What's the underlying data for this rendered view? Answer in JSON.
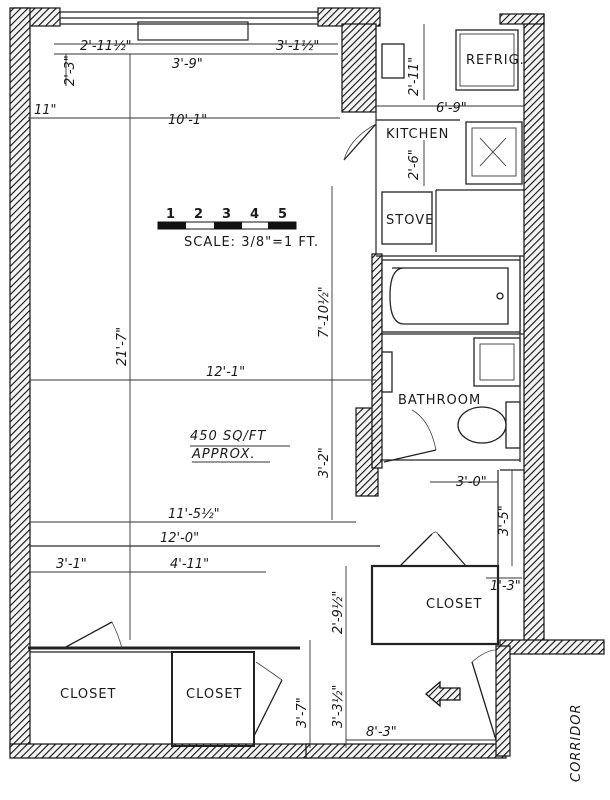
{
  "labels": {
    "refrig": "REFRIG.",
    "kitchen": "KITCHEN",
    "stove": "STOVE",
    "bathroom": "BATHROOM",
    "closet_right": "CLOSET",
    "closet_left1": "CLOSET",
    "closet_left2": "CLOSET",
    "corridor": "CORRIDOR",
    "area_line1": "450 SQ/FT",
    "area_line2": "APPROX."
  },
  "scale": {
    "ticks": [
      "1",
      "2",
      "3",
      "4",
      "5"
    ],
    "text": "SCALE: 3/8\"=1 FT."
  },
  "dims": {
    "d_2_11_5_top": "2'-11½\"",
    "d_3_9": "3'-9\"",
    "d_3_1_5": "3'-1½\"",
    "d_2_3": "2'-3\"",
    "d_2_11_k": "2'-11\"",
    "d_11": "11\"",
    "d_10_1": "10'-1\"",
    "d_6_9": "6'-9\"",
    "d_2_6": "2'-6\"",
    "d_21_7": "21'-7\"",
    "d_7_10_5": "7'-10½\"",
    "d_12_1": "12'-1\"",
    "d_3_2": "3'-2\"",
    "d_3_0": "3'-0\"",
    "d_11_5_5": "11'-5½\"",
    "d_3_5": "3'-5\"",
    "d_12_0": "12'-0\"",
    "d_3_1": "3'-1\"",
    "d_4_11": "4'-11\"",
    "d_2_9_5": "2'-9½\"",
    "d_1_3": "1'-3\"",
    "d_3_7": "3'-7\"",
    "d_3_3_5": "3'-3½\"",
    "d_8_3": "8'-3\""
  }
}
